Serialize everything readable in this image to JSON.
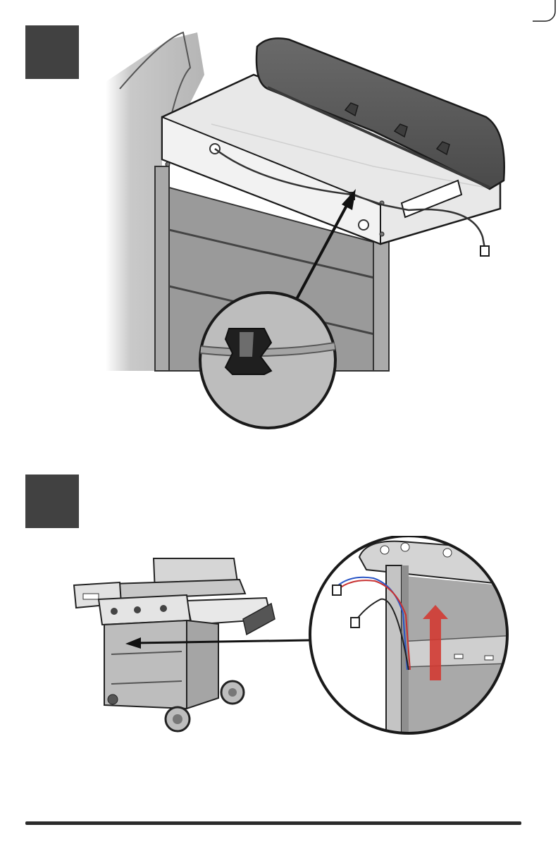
{
  "page": {
    "steps": [
      {
        "number": "",
        "illustration": "cable-clip-under-side-table"
      },
      {
        "number": "",
        "illustration": "route-cable-up-inside-cart"
      }
    ]
  },
  "colors": {
    "step_box": "#414141",
    "outline": "#1a1a1a",
    "panel_dark": "#5a5a5a",
    "panel_light": "#ececec",
    "arrow_red": "#d23a32",
    "footer_rule": "#2b2b2b"
  },
  "icons": [
    "cut-corner-mark",
    "clip-detail-icon",
    "connector-plug-icon",
    "up-arrow-icon"
  ]
}
